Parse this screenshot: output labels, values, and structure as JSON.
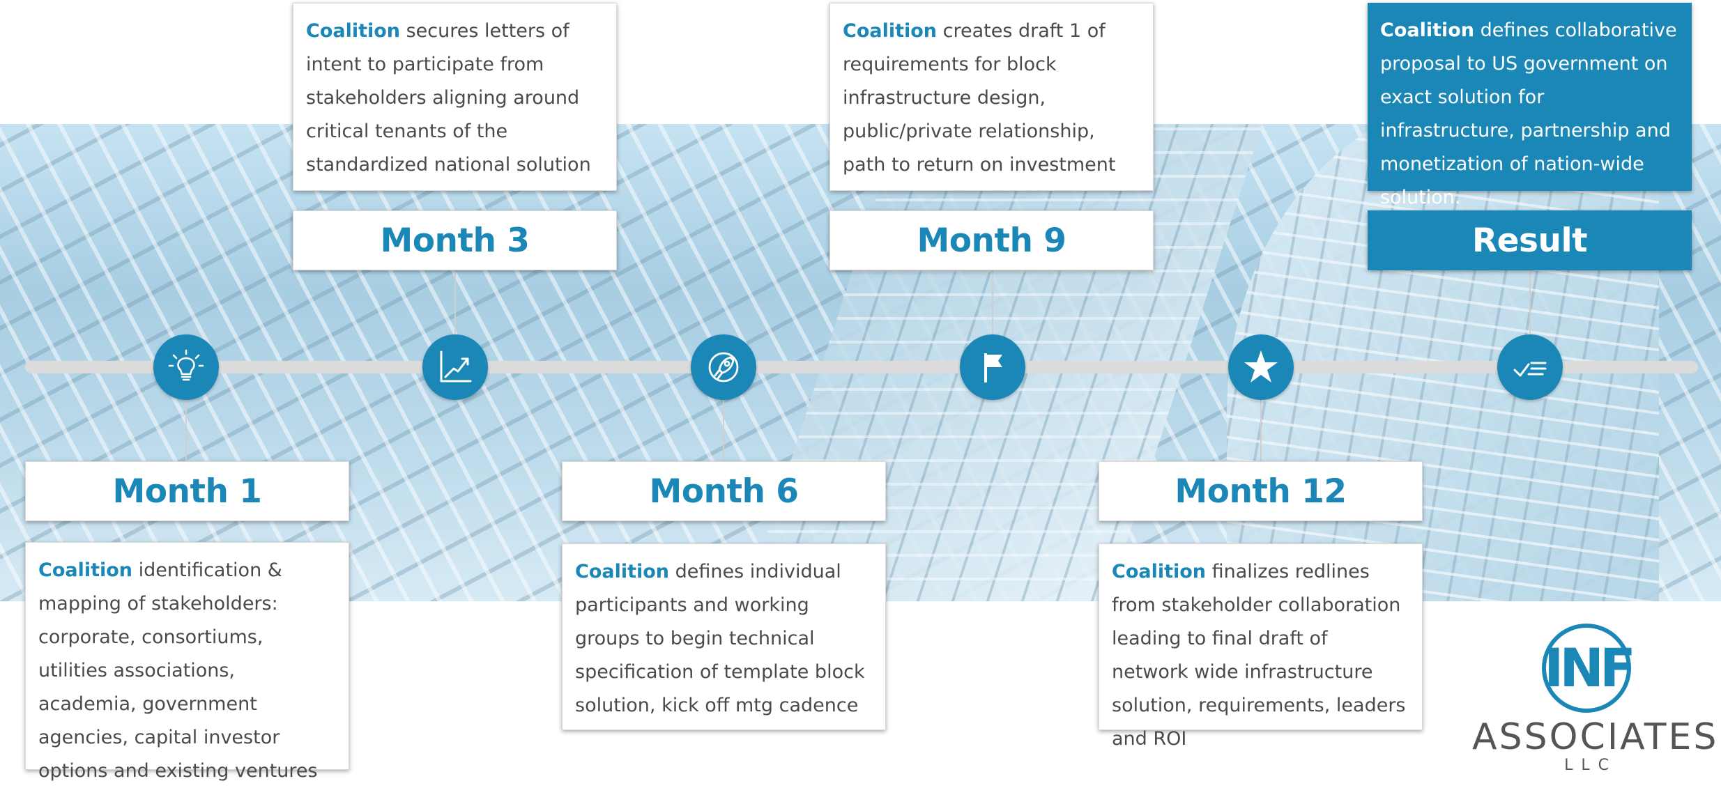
{
  "milestones": [
    {
      "id": "m1",
      "title": "Month 1",
      "lead": "Coalition",
      "text": " identification & mapping of stakeholders: corporate, consortiums, utilities associations, academia, government agencies, capital investor options and existing ventures",
      "icon": "lightbulb-icon"
    },
    {
      "id": "m3",
      "title": "Month 3",
      "lead": "Coalition",
      "text": " secures letters of intent to participate from stakeholders aligning around critical tenants of the standardized national solution",
      "icon": "growth-chart-icon"
    },
    {
      "id": "m6",
      "title": "Month 6",
      "lead": "Coalition",
      "text": " defines individual participants and working groups to begin technical specification of template block solution, kick off mtg cadence",
      "icon": "rocket-icon"
    },
    {
      "id": "m9",
      "title": "Month 9",
      "lead": "Coalition",
      "text": " creates draft 1 of requirements for block infrastructure design, public/private relationship, path to return on investment",
      "icon": "flag-icon"
    },
    {
      "id": "m12",
      "title": "Month 12",
      "lead": "Coalition",
      "text": " finalizes redlines from stakeholder collaboration leading to final draft of network wide infrastructure solution, requirements, leaders and ROI",
      "icon": "star-icon"
    },
    {
      "id": "result",
      "title": "Result",
      "lead": "Coalition",
      "text": " defines collaborative proposal to US government on exact solution for infrastructure, partnership and monetization of nation-wide solution.",
      "icon": "checklist-icon"
    }
  ],
  "logo": {
    "mark": "INF",
    "word": "ASSOCIATES",
    "sub": "LLC"
  },
  "colors": {
    "accent": "#1a87b7",
    "text": "#4a4a4a",
    "axis": "#dcdcdc"
  }
}
